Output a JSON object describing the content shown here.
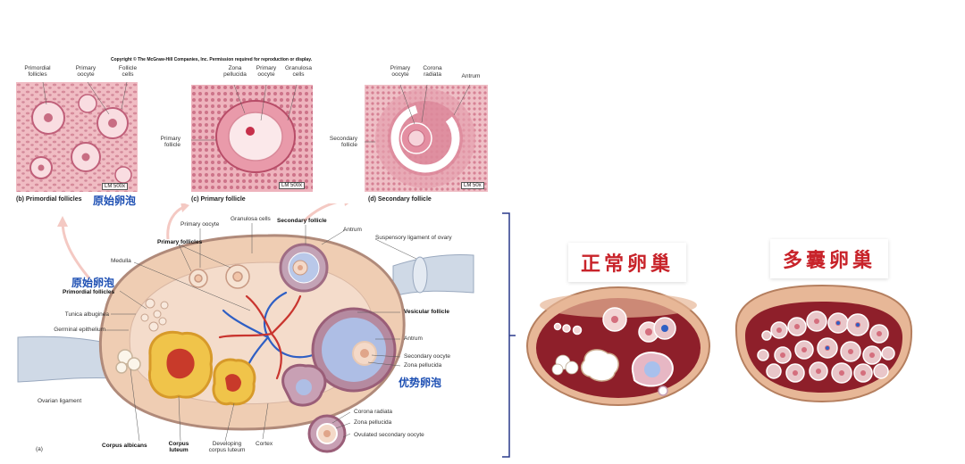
{
  "copyright": "Copyright © The McGraw-Hill Companies, Inc. Permission required for reproduction or display.",
  "micrographs": {
    "b": {
      "caption": "(b) Primordial follicles",
      "badge": "LM 500x",
      "labels": [
        "Primordial follicles",
        "Primary oocyte",
        "Follicle cells"
      ],
      "cn_label": "原始卵泡"
    },
    "c": {
      "caption": "(c) Primary follicle",
      "badge": "LM 500x",
      "labels": [
        "Zona pellucida",
        "Primary oocyte",
        "Granulosa cells",
        "Primary follicle"
      ]
    },
    "d": {
      "caption": "(d) Secondary follicle",
      "badge": "LM 50x",
      "labels": [
        "Primary oocyte",
        "Corona radiata",
        "Antrum",
        "Secondary follicle"
      ]
    }
  },
  "ovary": {
    "panel_label": "(a)",
    "labels": {
      "primary_oocyte": "Primary oocyte",
      "granulosa_cells": "Granulosa cells",
      "secondary_follicle": "Secondary follicle",
      "antrum_top": "Antrum",
      "suspensory": "Suspensory ligament of ovary",
      "primary_follicles": "Primary follicles",
      "medulla": "Medulla",
      "primordial_follicles": "Primordial follicles",
      "tunica": "Tunica albuginea",
      "germinal": "Germinal epithelium",
      "ovarian_ligament": "Ovarian ligament",
      "vesicular": "Vesicular follicle",
      "antrum": "Antrum",
      "secondary_oocyte": "Secondary oocyte",
      "zona": "Zona pellucida",
      "corona": "Corona radiata",
      "zona2": "Zona pellucida",
      "ovulated": "Ovulated secondary oocyte",
      "corpus_albicans": "Corpus albicans",
      "corpus_luteum": "Corpus luteum",
      "developing": "Developing corpus luteum",
      "cortex": "Cortex"
    },
    "cn_primordial": "原始卵泡",
    "cn_dominant": "优势卵泡"
  },
  "comparison": {
    "normal_title": "正常卵巢",
    "pcos_title": "多囊卵巢"
  },
  "colors": {
    "tissue_pink": "#f2c6c9",
    "ovary_fill": "#f3d9c6",
    "bracket": "#2a3a8c",
    "cn_blue": "#1d4fb3",
    "title_red": "#c8232a",
    "ovary_dark": "#8e1f2a"
  }
}
